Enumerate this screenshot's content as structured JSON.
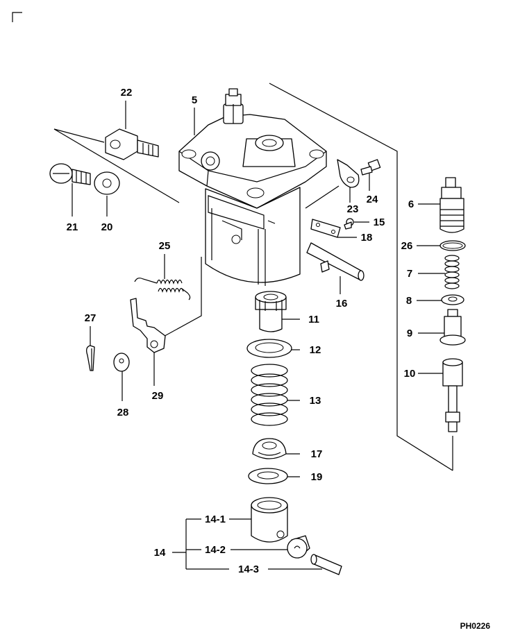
{
  "figure_code": "PH0226",
  "callouts": [
    {
      "id": "c5",
      "text": "5"
    },
    {
      "id": "c22",
      "text": "22"
    },
    {
      "id": "c21",
      "text": "21"
    },
    {
      "id": "c20",
      "text": "20"
    },
    {
      "id": "c6",
      "text": "6"
    },
    {
      "id": "c26",
      "text": "26"
    },
    {
      "id": "c7",
      "text": "7"
    },
    {
      "id": "c8",
      "text": "8"
    },
    {
      "id": "c9",
      "text": "9"
    },
    {
      "id": "c10",
      "text": "10"
    },
    {
      "id": "c23",
      "text": "23"
    },
    {
      "id": "c24",
      "text": "24"
    },
    {
      "id": "c15",
      "text": "15"
    },
    {
      "id": "c18",
      "text": "18"
    },
    {
      "id": "c16",
      "text": "16"
    },
    {
      "id": "c25",
      "text": "25"
    },
    {
      "id": "c27",
      "text": "27"
    },
    {
      "id": "c28",
      "text": "28"
    },
    {
      "id": "c29",
      "text": "29"
    },
    {
      "id": "c11",
      "text": "11"
    },
    {
      "id": "c12",
      "text": "12"
    },
    {
      "id": "c13",
      "text": "13"
    },
    {
      "id": "c17",
      "text": "17"
    },
    {
      "id": "c19",
      "text": "19"
    },
    {
      "id": "c14",
      "text": "14"
    },
    {
      "id": "c14_1",
      "text": "14-1"
    },
    {
      "id": "c14_2",
      "text": "14-2"
    },
    {
      "id": "c14_3",
      "text": "14-3"
    }
  ]
}
